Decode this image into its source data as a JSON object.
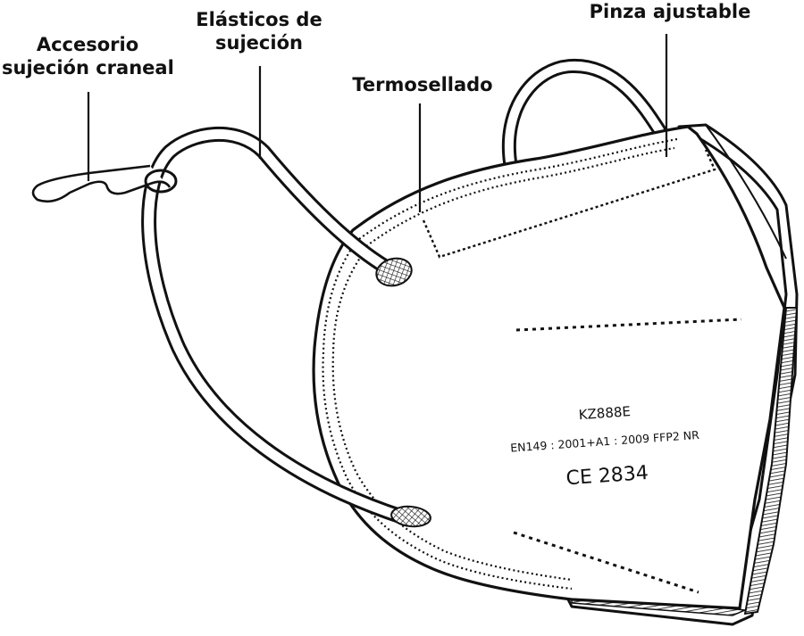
{
  "labels": {
    "cranial_accessory": [
      "Accesorio",
      "sujeción craneal"
    ],
    "elastics": [
      "Elásticos de",
      "sujeción"
    ],
    "heat_seal": "Termosellado",
    "adjustable_clip": "Pinza ajustable"
  },
  "mask_print": {
    "model": "KZ888E",
    "standard": "EN149 : 2001+A1 : 2009 FFP2 NR",
    "certification": "CE 2834"
  },
  "colors": {
    "stroke": "#111111",
    "fill": "#ffffff"
  }
}
